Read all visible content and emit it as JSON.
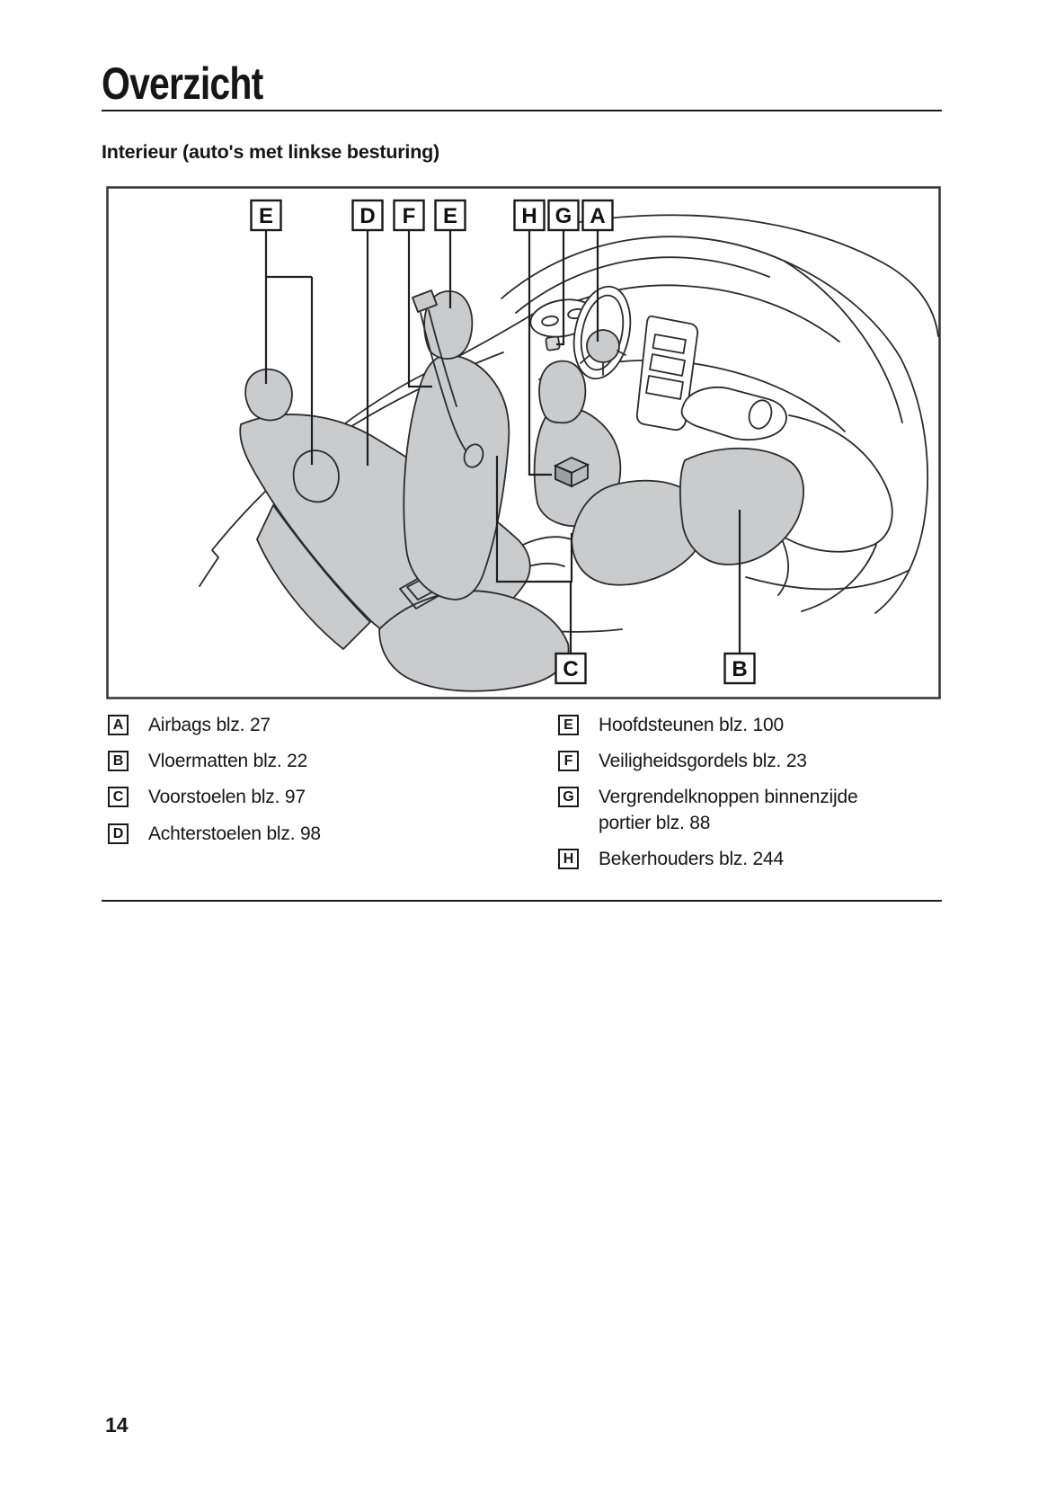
{
  "page": {
    "title": "Overzicht",
    "section_heading": "Interieur (auto's met linkse besturing)",
    "page_number": "14"
  },
  "diagram": {
    "top_labels": [
      "E",
      "D",
      "F",
      "E",
      "H",
      "G",
      "A"
    ],
    "bottom_labels": [
      "C",
      "B"
    ]
  },
  "legend": {
    "left": [
      {
        "key": "A",
        "text": "Airbags blz. 27"
      },
      {
        "key": "B",
        "text": "Vloermatten blz. 22"
      },
      {
        "key": "C",
        "text": "Voorstoelen blz. 97"
      },
      {
        "key": "D",
        "text": "Achterstoelen blz. 98"
      }
    ],
    "right": [
      {
        "key": "E",
        "text": "Hoofdsteunen blz. 100"
      },
      {
        "key": "F",
        "text": "Veiligheidsgordels blz. 23"
      },
      {
        "key": "G",
        "text": "Vergrendelknoppen binnenzijde portier blz. 88"
      },
      {
        "key": "H",
        "text": "Bekerhouders blz. 244"
      }
    ]
  },
  "colors": {
    "seat_fill": "#c9cbcc",
    "line": "#2b2b2b",
    "text": "#161616"
  }
}
